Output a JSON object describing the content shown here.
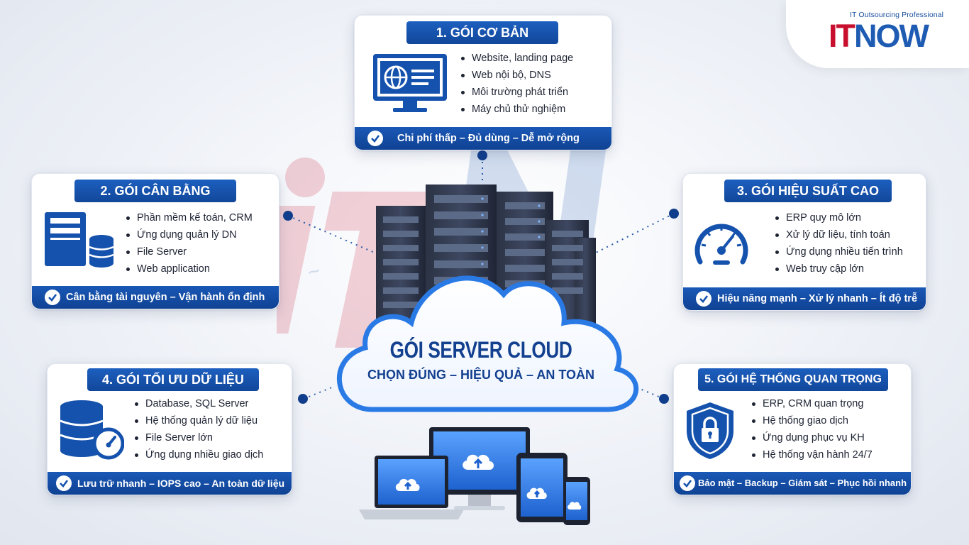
{
  "center": {
    "title": "GÓI SERVER CLOUD",
    "subtitle": "CHỌN ĐÚNG – HIỆU QUẢ – AN TOÀN"
  },
  "logo": {
    "tagline": "IT Outsourcing Professional",
    "word_it": "IT",
    "word_now": "NOW"
  },
  "colors": {
    "primary": "#1552ad",
    "dark_blue": "#123f8d",
    "brand_red": "#c8102e"
  },
  "packages": [
    {
      "title": "1. GÓI CƠ BẢN",
      "icon": "monitor-globe-icon",
      "items": [
        "Website, landing page",
        "Web nội bộ, DNS",
        "Môi trường phát triển",
        "Máy chủ thử nghiệm"
      ],
      "footer": "Chi phí thấp – Đủ dùng – Dễ mở rộng"
    },
    {
      "title": "2. GÓI CÂN BẰNG",
      "icon": "server-database-icon",
      "items": [
        "Phần mềm kế toán, CRM",
        "Ứng dụng quản lý DN",
        "File Server",
        "Web application"
      ],
      "footer": "Cân bằng tài nguyên – Vận hành ổn định"
    },
    {
      "title": "3. GÓI HIỆU SUẤT CAO",
      "icon": "speedometer-icon",
      "items": [
        "ERP quy mô lớn",
        "Xử lý dữ liệu, tính toán",
        "Ứng dụng nhiều tiến trình",
        "Web truy cập lớn"
      ],
      "footer": "Hiệu năng mạnh – Xử lý nhanh – Ít độ trễ"
    },
    {
      "title": "4. GÓI TỐI ƯU DỮ LIỆU",
      "icon": "database-gauge-icon",
      "items": [
        "Database, SQL Server",
        "Hệ thống quản lý dữ liệu",
        "File Server lớn",
        "Ứng dụng nhiều giao dịch"
      ],
      "footer": "Lưu trữ nhanh – IOPS cao – An toàn dữ liệu"
    },
    {
      "title": "5. GÓI HỆ THỐNG QUAN TRỌNG",
      "icon": "shield-lock-icon",
      "items": [
        "ERP, CRM quan trọng",
        "Hệ thống giao dịch",
        "Ứng dụng phục vụ KH",
        "Hệ thống vận hành 24/7"
      ],
      "footer": "Bảo mật – Backup – Giám sát – Phục hồi nhanh"
    }
  ]
}
